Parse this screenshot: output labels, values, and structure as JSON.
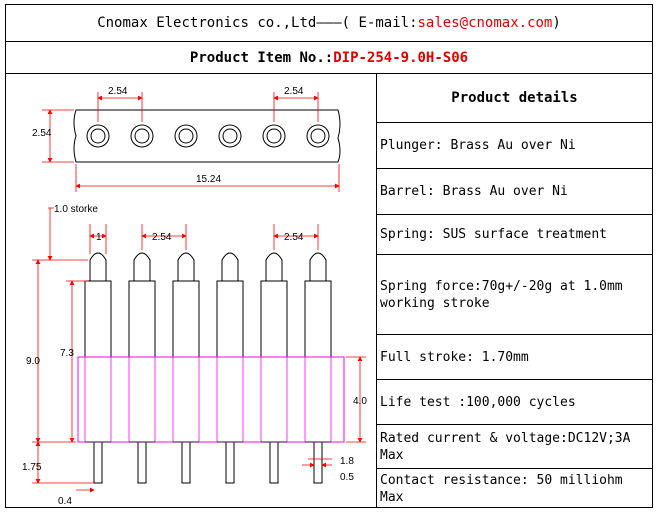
{
  "header": {
    "company": "Cnomax Electronics co.,Ltd",
    "dashes": "———",
    "email_prefix": "( E-mail: ",
    "email": "sales@cnomax.com",
    "email_suffix": ")"
  },
  "item": {
    "label": "Product Item No.: ",
    "number": "DIP-254-9.0H-S06"
  },
  "drawing": {
    "dims": {
      "pitch_top_left": "2.54",
      "pitch_top_right": "2.54",
      "height_top": "2.54",
      "length": "15.24",
      "stroke": "1.0 storke",
      "pitch_side_left": "2.54",
      "pitch_side_right": "2.54",
      "plunger_width": "1",
      "total_height": "9.0",
      "body_height": "7.3",
      "housing_height": "4.0",
      "tail_length": "1.75",
      "tail_width": "0.4",
      "tail_spec_1": "1.8",
      "tail_spec_2": "0.5"
    }
  },
  "details": {
    "title": "Product details",
    "rows": [
      "Plunger: Brass Au over Ni",
      "Barrel: Brass Au over Ni",
      "Spring: SUS surface treatment",
      "Spring force:70g+/-20g at 1.0mm working stroke",
      "Full stroke: 1.70mm",
      "Life test :100,000 cycles",
      "Rated current & voltage:DC12V;3A Max",
      "Contact resistance: 50 milliohm Max"
    ]
  },
  "colors": {
    "accent": "#e00000",
    "housing": "#ff00ff",
    "dims": "#ff0000"
  }
}
